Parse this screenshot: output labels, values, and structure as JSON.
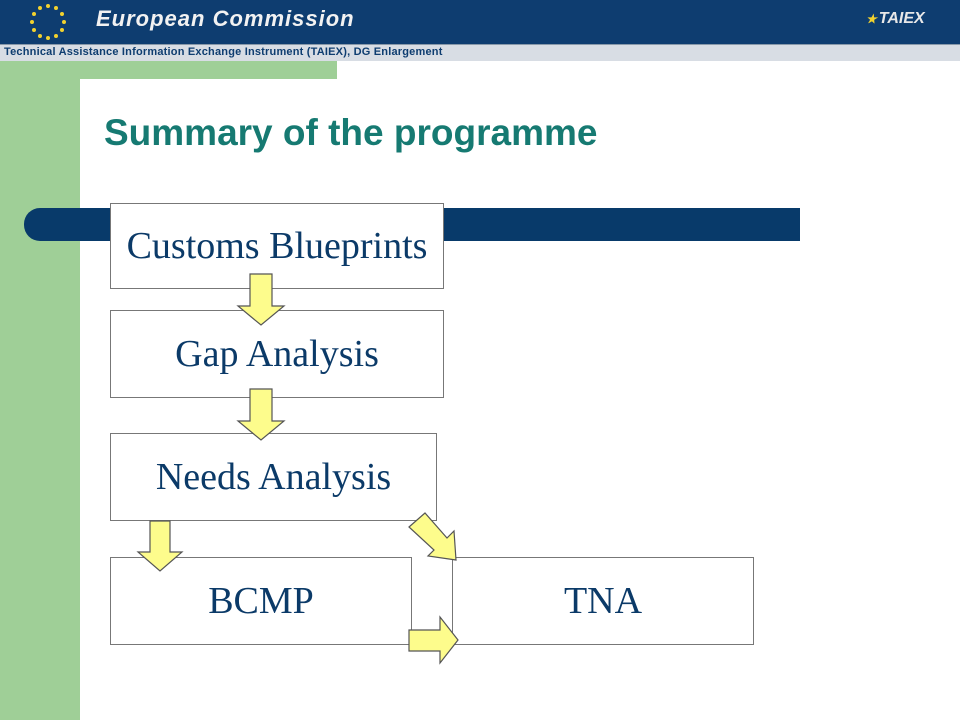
{
  "header": {
    "organization": "European Commission",
    "subtitle": "Technical Assistance Information Exchange Instrument (TAIEX), DG Enlargement",
    "logo_text": "TAIEX"
  },
  "slide": {
    "title": "Summary of the programme"
  },
  "diagram": {
    "nodes": {
      "customs_blueprints": "Customs Blueprints",
      "gap_analysis": "Gap Analysis",
      "needs_analysis": "Needs Analysis",
      "bcmp": "BCMP",
      "tna": "TNA"
    },
    "edges": [
      [
        "Customs Blueprints",
        "Gap Analysis"
      ],
      [
        "Gap Analysis",
        "Needs Analysis"
      ],
      [
        "Needs Analysis",
        "BCMP"
      ],
      [
        "Needs Analysis",
        "TNA"
      ],
      [
        "BCMP",
        "TNA"
      ]
    ]
  },
  "colors": {
    "header_bg": "#0e3d70",
    "title": "#167a72",
    "band": "#9fcf97",
    "arrow_fill": "#fdfc8c"
  }
}
